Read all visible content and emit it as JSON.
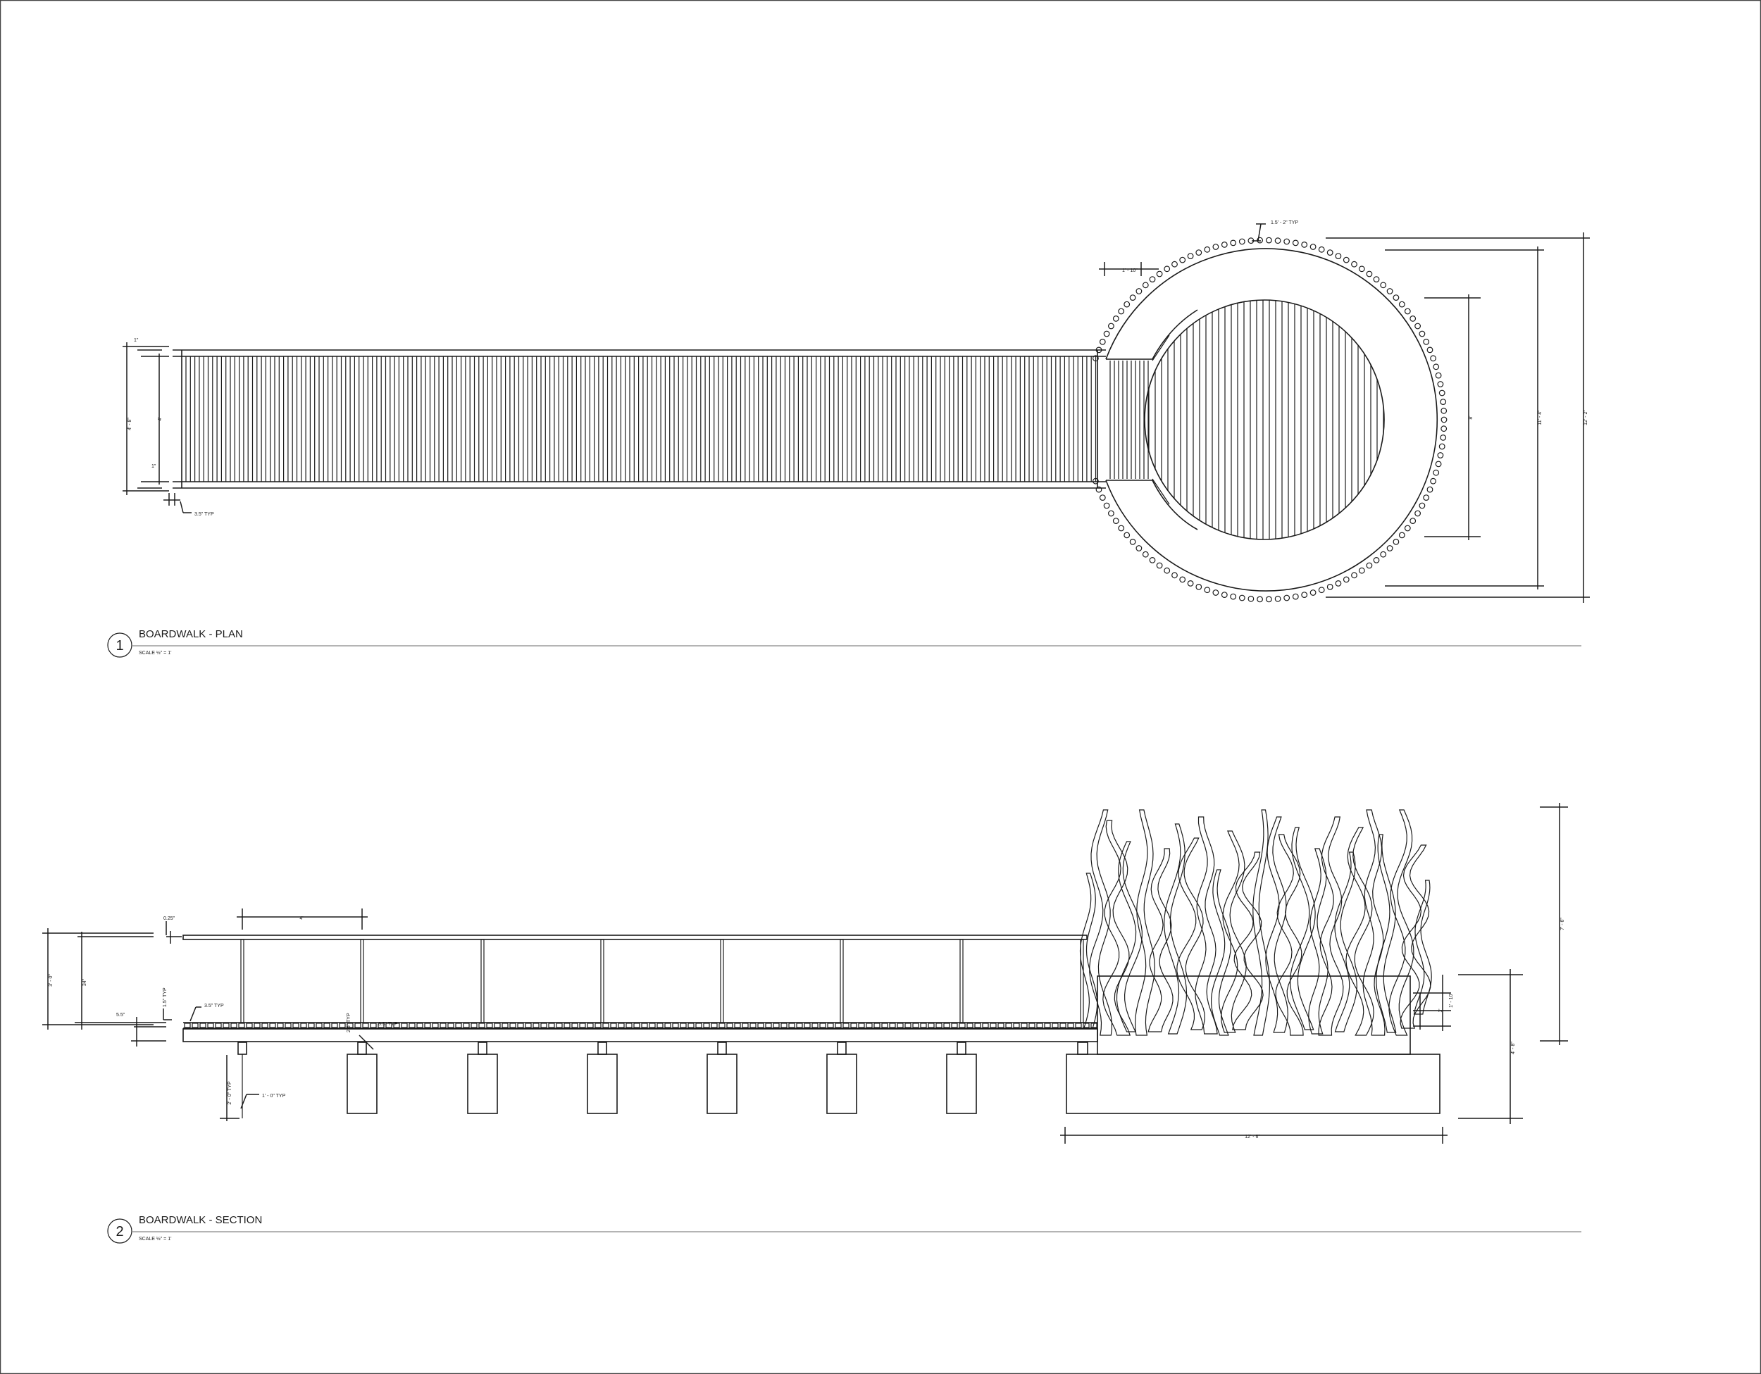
{
  "drawings": [
    {
      "number": "1",
      "title": "BOARDWALK - PLAN",
      "scale": "SCALE ½\" = 1'"
    },
    {
      "number": "2",
      "title": "BOARDWALK - SECTION",
      "scale": "SCALE ½\" = 1'"
    }
  ],
  "plan_dims": {
    "rail_offset": "1\"",
    "overall_width": "4' - 8\"",
    "deck_width": "4'",
    "rail_offset_bottom": "1\"",
    "board_typ": "3.5\" TYP",
    "post_spacing": "1.5' - 2\" TYP",
    "gap": "1' - 10\"",
    "circle_inner": "8'",
    "circle_mid": "11' - 4\"",
    "circle_outer": "12' - 2\""
  },
  "section_dims": {
    "top_rail": "0.25\"",
    "post_spacing": "4'",
    "overall_height": "3' - 0\"",
    "rail_height": "34\"",
    "deck_thickness": "5.5\"",
    "board_gap": "1.5\" TYP",
    "board_typ": "3.5\" TYP",
    "post_typ": "2.5\" TYP",
    "joist_typ": "3.5\" TYP",
    "footing_depth": "2' - 0\" TYP",
    "footing_width": "1' - 0\" TYP",
    "sculpture_height": "7' - 6\"",
    "seat_a": "1'",
    "seat_b": "1' - 10\"",
    "planter_height": "4' - 8\"",
    "planter_width": "12' - 6\""
  }
}
